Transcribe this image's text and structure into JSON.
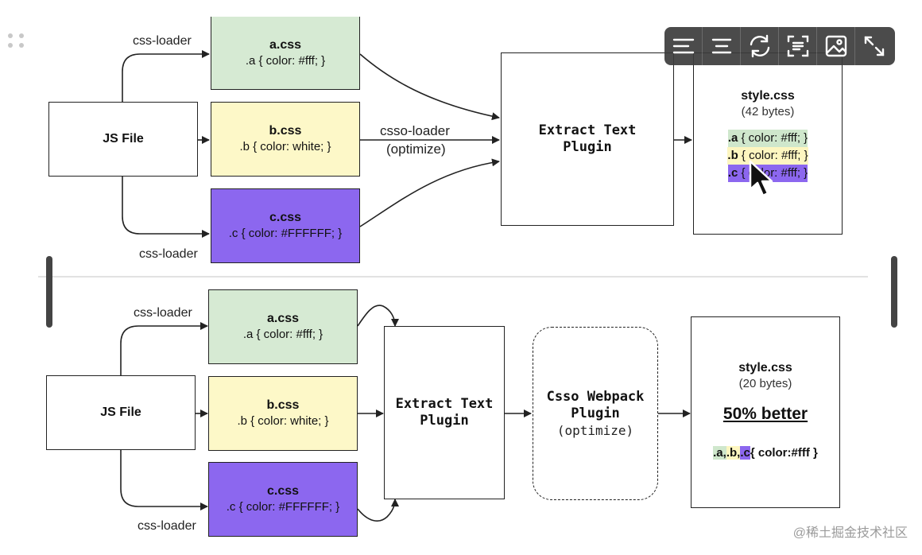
{
  "top": {
    "js_file": "JS File",
    "a_box": {
      "title": "a.css",
      "rule": ".a {  color: #fff; }"
    },
    "b_box": {
      "title": "b.css",
      "rule": ".b {  color: white; }"
    },
    "c_box": {
      "title": "c.css",
      "rule": ".c { color: #FFFFFF; }"
    },
    "loader_top": "css-loader",
    "loader_bottom": "css-loader",
    "csso_loader": "csso-loader",
    "csso_optimize": "(optimize)",
    "extract": {
      "line1": "Extract Text",
      "line2": "Plugin"
    },
    "output": {
      "title": "style.css",
      "size": "(42 bytes)",
      "line_a_sel": ".a",
      "line_a_rest": " {  color: #fff; }",
      "line_b_sel": ".b",
      "line_b_rest": " {  color: #fff; }",
      "line_c_sel": ".c",
      "line_c_rest": " {  color: #fff; }"
    }
  },
  "bottom": {
    "js_file": "JS File",
    "a_box": {
      "title": "a.css",
      "rule": ".a {  color: #fff; }"
    },
    "b_box": {
      "title": "b.css",
      "rule": ".b {  color: white; }"
    },
    "c_box": {
      "title": "c.css",
      "rule": ".c { color: #FFFFFF; }"
    },
    "loader_top": "css-loader",
    "loader_bottom": "css-loader",
    "extract": {
      "line1": "Extract Text",
      "line2": "Plugin"
    },
    "csso_plugin": {
      "line1": "Csso Webpack",
      "line2": "Plugin",
      "line3": "(optimize)"
    },
    "output": {
      "title": "style.css",
      "size": "(20 bytes)",
      "better": "50% better",
      "sel_a": ".a,",
      "sel_b": ".b,",
      "sel_c": ".c",
      "rule_rest": "{ color:#fff }"
    }
  },
  "toolbar": {
    "buttons": [
      "align-left-icon",
      "align-center-icon",
      "rotate-icon",
      "scan-text-icon",
      "image-icon",
      "fullscreen-icon"
    ]
  },
  "colors": {
    "green": "#d6ead3",
    "yellow": "#fdf8c8",
    "purple": "#8c67ef",
    "toolbar_bg": "#3c3c3c"
  },
  "watermark": "@稀土掘金技术社区"
}
